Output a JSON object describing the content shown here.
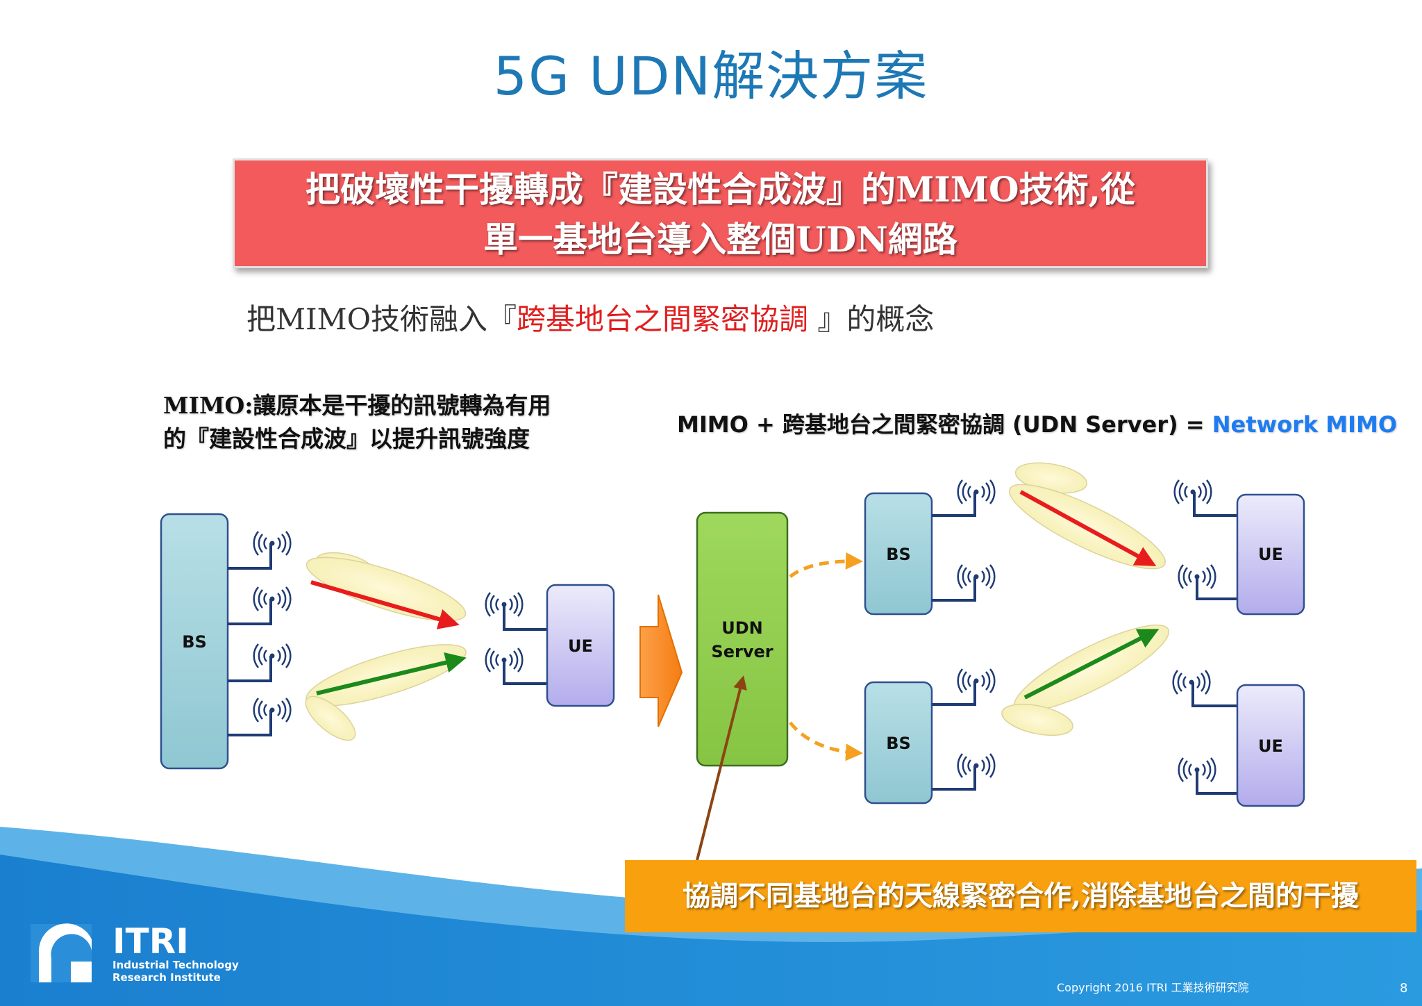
{
  "title": "5G UDN解決方案",
  "banner": {
    "line1": "把破壞性干擾轉成『建設性合成波』的MIMO技術,從",
    "line2": "單一基地台導入整個UDN網路"
  },
  "subtitle": {
    "pre": "把MIMO技術融入『",
    "highlight": "跨基地台之間緊密協調",
    "post": " 』的概念"
  },
  "left_caption": {
    "line1": "MIMO:讓原本是干擾的訊號轉為有用",
    "line2": "的『建設性合成波』以提升訊號強度"
  },
  "right_caption": {
    "main": "MIMO + 跨基地台之間緊密協調 (UDN Server) = ",
    "highlight": "Network MIMO"
  },
  "diagram": {
    "bs_label": "BS",
    "ue_label": "UE",
    "server_line1": "UDN",
    "server_line2": "Server"
  },
  "callout": "協調不同基地台的天線緊密合作,消除基地台之間的干擾",
  "footer": {
    "copyright": "Copyright 2016  ITRI  工業技術研究院",
    "page": "8",
    "logo_word": "ITRI",
    "logo_sub1": "Industrial Technology",
    "logo_sub2": "Research Institute"
  },
  "colors": {
    "title": "#1d78b5",
    "banner_red": "#f25a5c",
    "node_bs": "#9fd0d8",
    "node_ue": "#c8c4f0",
    "server_green": "#92d050",
    "callout_orange": "#f9a00e",
    "beam_red": "#e81c1c",
    "beam_green": "#1b8a1b",
    "footer_blue": "#1e88d2"
  }
}
